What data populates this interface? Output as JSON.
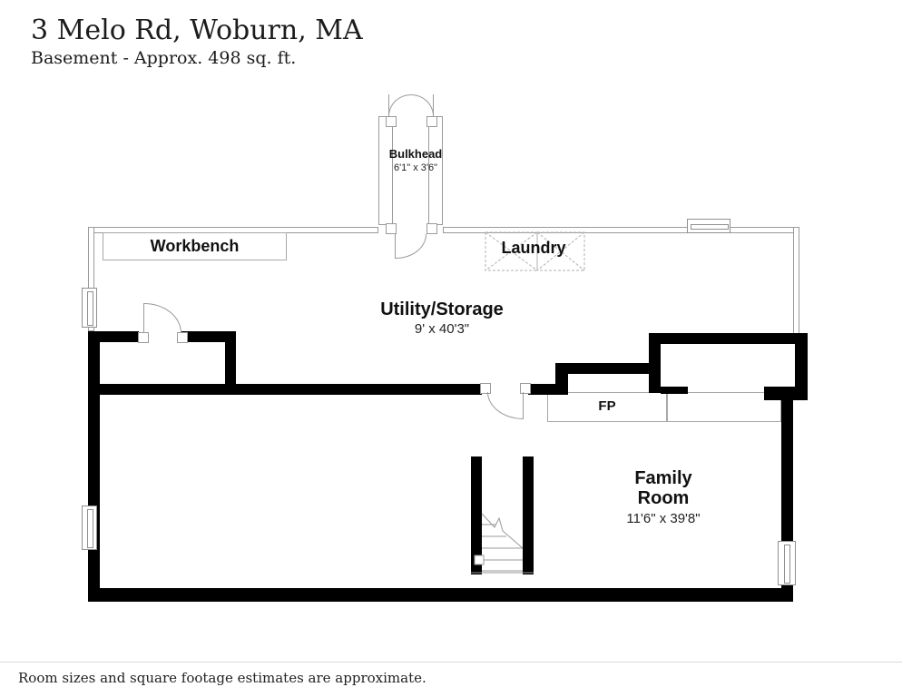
{
  "header": {
    "title": "3 Melo Rd, Woburn, MA",
    "subtitle": "Basement - Approx. 498 sq. ft."
  },
  "rooms": {
    "bulkhead": {
      "name": "Bulkhead",
      "dims": "6'1\" x 3'6\""
    },
    "utility_storage": {
      "name": "Utility/Storage",
      "dims": "9' x 40'3\""
    },
    "family_room": {
      "name_line1": "Family",
      "name_line2": "Room",
      "dims": "11'6\" x 39'8\""
    },
    "laundry": {
      "name": "Laundry"
    },
    "workbench": {
      "name": "Workbench"
    },
    "fireplace": {
      "abbr": "FP"
    }
  },
  "footer": {
    "disclaimer": "Room sizes and square footage estimates are approximate."
  },
  "colors": {
    "wall": "#000000",
    "thin_wall": "#9a9a9a",
    "dashed_appliance": "#b0b0b0",
    "text": "#111111",
    "background": "#ffffff"
  }
}
